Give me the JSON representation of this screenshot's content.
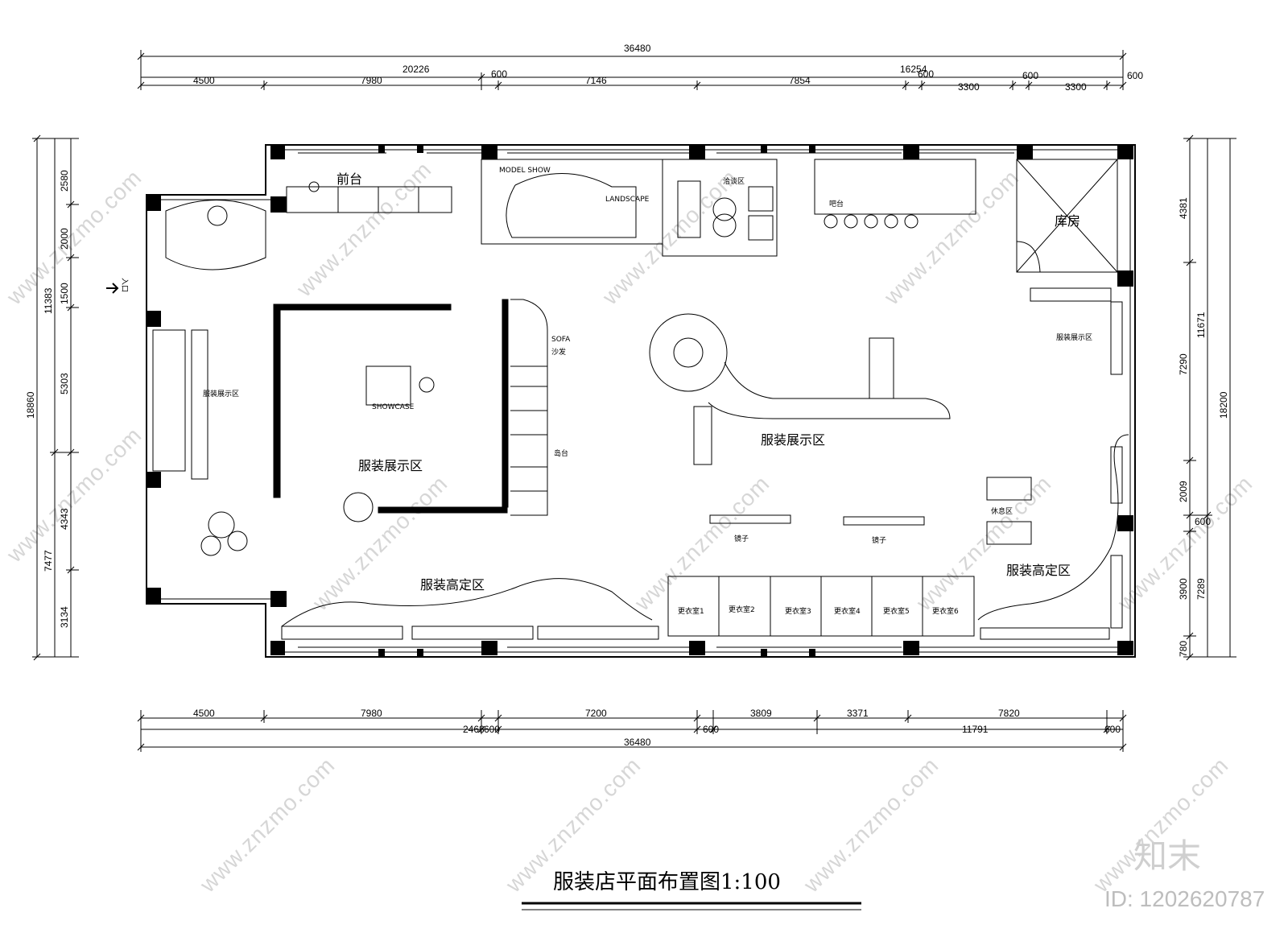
{
  "drawing": {
    "title": "服装店平面布置图1:100",
    "watermark": {
      "site": "www.znzmo.com",
      "logo": "知末",
      "id": "ID: 1202620787"
    },
    "dimensions": {
      "top_total": "36480",
      "top_split_left": "20226",
      "top_split_right": "16254",
      "top_segments": [
        "4500",
        "7980",
        "600",
        "7146",
        "7854",
        "600",
        "3300",
        "600",
        "3300",
        "600"
      ],
      "bottom_segments": [
        "4500",
        "7980",
        "7200",
        "3809",
        "3371",
        "7820"
      ],
      "bottom_mid": [
        "2468",
        "600",
        "600",
        "11791",
        "600"
      ],
      "bottom_total": "36480",
      "left_segments": [
        "2580",
        "2000",
        "1500",
        "5303",
        "4343",
        "3134"
      ],
      "left_groups": [
        "11383",
        "7477"
      ],
      "left_total": "18860",
      "right_segments": [
        "4381",
        "7290",
        "2009",
        "600",
        "3900",
        "780"
      ],
      "right_groups": [
        "11671",
        "7289"
      ],
      "right_total": "18200"
    },
    "zones": {
      "reception": "前台",
      "negotiation": "洽谈区",
      "bar": "吧台",
      "storage": "库房",
      "display_left": "服装展示区",
      "display_center": "服装展示区",
      "display_right_top": "服装展示区",
      "display_right": "服装展示区",
      "sofa_en": "SOFA",
      "sofa_cn": "沙发",
      "island": "岛台",
      "mirror_1": "镜子",
      "mirror_2": "镜子",
      "rest": "休息区",
      "custom_left": "服装高定区",
      "custom_right": "服装高定区",
      "entrance": "入口",
      "fitting_rooms": [
        "更衣室1",
        "更衣室2",
        "更衣室3",
        "更衣室4",
        "更衣室5",
        "更衣室6"
      ],
      "model_show": "MODEL SHOW",
      "landscape": "LANDSCAPE",
      "showcase": "SHOWCASE"
    },
    "colors": {
      "line": "#000000",
      "watermark": "#d6d6d6"
    }
  }
}
